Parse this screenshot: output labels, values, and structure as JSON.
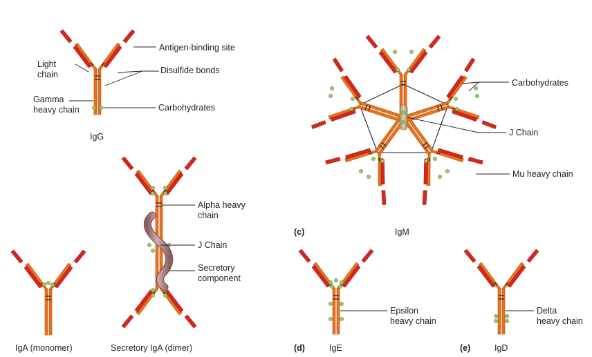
{
  "labels": {
    "light_chain": [
      "Light",
      "chain"
    ],
    "gamma_heavy_chain": [
      "Gamma",
      "heavy chain"
    ],
    "antigen_binding_site": "Antigen-binding site",
    "disulfide_bonds": "Disulfide bonds",
    "carbohydrates_igg": "Carbohydrates",
    "igg": "IgG",
    "alpha_heavy_chain": [
      "Alpha heavy",
      "chain"
    ],
    "j_chain_iga": "J Chain",
    "secretory_component": [
      "Secretory",
      "component"
    ],
    "iga_monomer": "IgA (monomer)",
    "secretory_iga": "Secretory IgA (dimer)",
    "carbohydrates_igm": "Carbohydrates",
    "j_chain_igm": "J Chain",
    "mu_heavy_chain": "Mu heavy chain",
    "panel_c": "(c)",
    "igm": "IgM",
    "epsilon_heavy_chain": [
      "Epsilon",
      "heavy chain"
    ],
    "panel_d": "(d)",
    "ige": "IgE",
    "delta_heavy_chain": [
      "Delta",
      "heavy chain"
    ],
    "panel_e": "(e)",
    "igd": "IgD"
  },
  "colors": {
    "heavy_chain": "#e8731f",
    "light_chain": "#d7261e",
    "carbohydrate": "#9dc96a",
    "secretory_component": "#b88a8e",
    "j_chain": "#c8b78a"
  }
}
